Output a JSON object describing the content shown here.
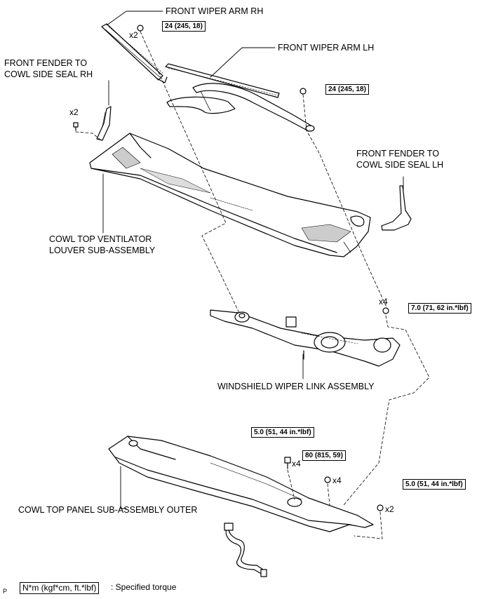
{
  "labels": {
    "wiper_arm_rh": "FRONT WIPER ARM RH",
    "wiper_arm_lh": "FRONT WIPER ARM LH",
    "seal_rh_line1": "FRONT FENDER TO",
    "seal_rh_line2": "COWL SIDE SEAL RH",
    "seal_lh_line1": "FRONT FENDER TO",
    "seal_lh_line2": "COWL SIDE SEAL LH",
    "louver_line1": "COWL TOP VENTILATOR",
    "louver_line2": "LOUVER SUB-ASSEMBLY",
    "wiper_link": "WINDSHIELD WIPER LINK ASSEMBLY",
    "cowl_panel": "COWL TOP PANEL SUB-ASSEMBLY OUTER"
  },
  "torques": {
    "arm_rh_nut": "24 (245, 18)",
    "arm_lh_nut": "24 (245, 18)",
    "link_bolt": "7.0 (71, 62 in.*lbf)",
    "panel_bolt_a": "5.0 (51, 44 in.*lbf)",
    "panel_nut": "80 (815, 59)",
    "panel_bolt_b": "5.0 (51, 44 in.*lbf)"
  },
  "quantities": {
    "arm_rh_nut": "x2",
    "seal_rh_clip": "x2",
    "link_bolt": "x4",
    "panel_bolt_a": "x4",
    "panel_nut": "x4",
    "panel_bolt_b": "x2"
  },
  "legend": {
    "box": "N*m (kgf*cm, ft.*lbf)",
    "text": ": Specified torque"
  },
  "figure_code": "P"
}
